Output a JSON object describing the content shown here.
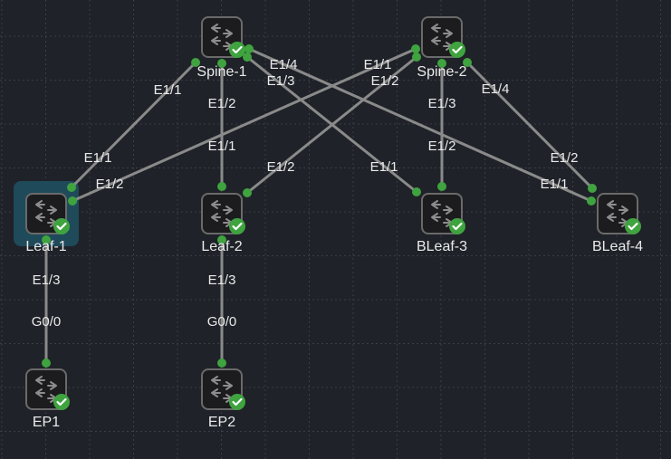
{
  "colors": {
    "background": "#1f2228",
    "grid": "#3a3e45",
    "link": "#8a8a8a",
    "port": "#3fa33f",
    "status": "#3fa33f",
    "node": "#1c1c1e",
    "selected": "#1f4a5a"
  },
  "nodes": [
    {
      "id": "spine1",
      "label": "Spine-1",
      "status": "ok"
    },
    {
      "id": "spine2",
      "label": "Spine-2",
      "status": "ok"
    },
    {
      "id": "leaf1",
      "label": "Leaf-1",
      "status": "ok",
      "selected": true
    },
    {
      "id": "leaf2",
      "label": "Leaf-2",
      "status": "ok"
    },
    {
      "id": "bleaf3",
      "label": "BLeaf-3",
      "status": "ok"
    },
    {
      "id": "bleaf4",
      "label": "BLeaf-4",
      "status": "ok"
    },
    {
      "id": "ep1",
      "label": "EP1",
      "status": "ok"
    },
    {
      "id": "ep2",
      "label": "EP2",
      "status": "ok"
    }
  ],
  "links": [
    {
      "a": "spine1",
      "a_port": "E1/1",
      "b": "leaf1",
      "b_port": "E1/1"
    },
    {
      "a": "spine1",
      "a_port": "E1/2",
      "b": "leaf2",
      "b_port": "E1/1"
    },
    {
      "a": "spine1",
      "a_port": "E1/4",
      "b": "bleaf4",
      "b_port": "E1/1"
    },
    {
      "a": "spine1",
      "a_port": "E1/3",
      "b": "bleaf3",
      "b_port": "E1/1"
    },
    {
      "a": "spine2",
      "a_port": "E1/1",
      "b": "leaf1",
      "b_port": "E1/2"
    },
    {
      "a": "spine2",
      "a_port": "E1/2",
      "b": "leaf2",
      "b_port": "E1/2"
    },
    {
      "a": "spine2",
      "a_port": "E1/3",
      "b": "bleaf3",
      "b_port": "E1/2"
    },
    {
      "a": "spine2",
      "a_port": "E1/4",
      "b": "bleaf4",
      "b_port": "E1/2"
    },
    {
      "a": "leaf1",
      "a_port": "E1/3",
      "b": "ep1",
      "b_port": "G0/0"
    },
    {
      "a": "leaf2",
      "a_port": "E1/3",
      "b": "ep2",
      "b_port": "G0/0"
    }
  ]
}
